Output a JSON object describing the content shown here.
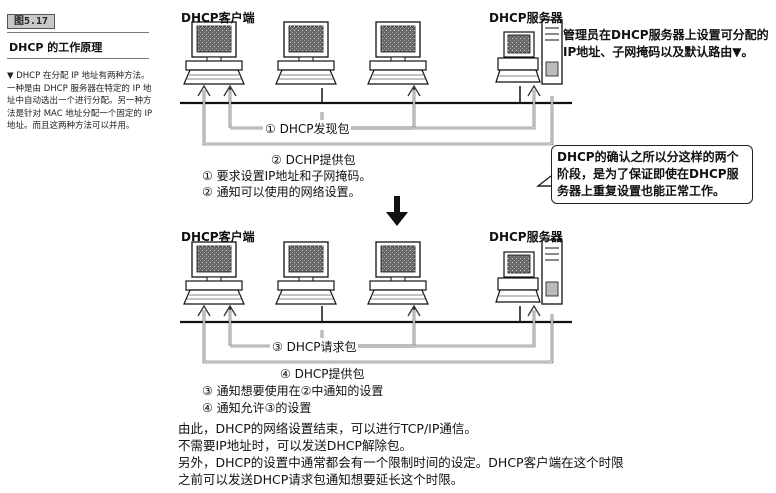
{
  "sidebar": {
    "figure_tag": "图5.17",
    "title": "DHCP 的工作原理",
    "note": "▼ DHCP 在分配 IP 地址有两种方法。一种是由 DHCP 服务器在特定的 IP 地址中自动选出一个进行分配。另一种方法是针对 MAC 地址分配一个固定的 IP 地址。而且这两种方法可以并用。"
  },
  "top_diagram": {
    "client_label": "DHCP客户端",
    "server_label": "DHCP服务器",
    "admin_note": "管理员在DHCP服务器上设置可分配的IP地址、子网掩码以及默认路由▼。",
    "packet_1": "① DHCP发现包",
    "packet_2": "② DCHP提供包",
    "step_1": "① 要求设置IP地址和子网掩码。",
    "step_2": "② 通知可以使用的网络设置。",
    "callout": "DHCP的确认之所以分这样的两个阶段，是为了保证即使在DHCP服务器上重复设置也能正常工作。"
  },
  "bottom_diagram": {
    "client_label": "DHCP客户端",
    "server_label": "DHCP服务器",
    "packet_3": "③ DHCP请求包",
    "packet_4": "④ DHCP提供包",
    "step_3": "③ 通知想要使用在②中通知的设置",
    "step_4": "④ 通知允许③的设置"
  },
  "footer": {
    "line_1": "由此，DHCP的网络设置结束，可以进行TCP/IP通信。",
    "line_2": "不需要IP地址时，可以发送DHCP解除包。",
    "line_3": "另外，DHCP的设置中通常都会有一个限制时间的设定。DHCP客户端在这个时限",
    "line_4": "之前可以发送DHCP请求包通知想要延长这个时限。"
  }
}
